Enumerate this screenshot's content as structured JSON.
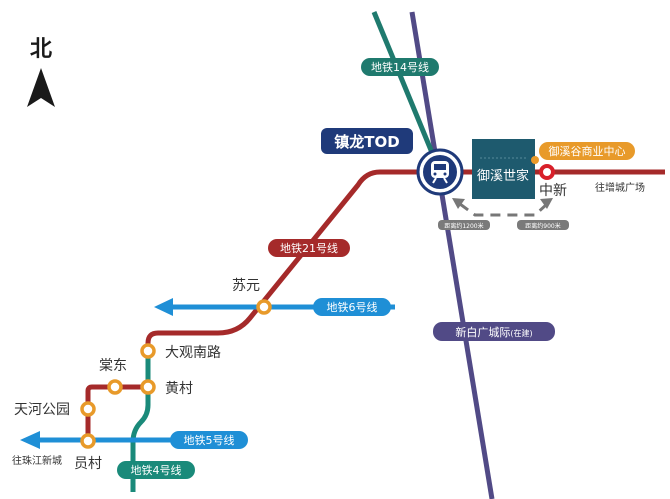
{
  "north": {
    "label": "北"
  },
  "colors": {
    "line21": "#a52a2a",
    "line14": "#1f7a6e",
    "line4": "#1a8a7a",
    "line6": "#1f8fd6",
    "line5": "#1f8fd6",
    "xinbai": "#514a86",
    "station_ring": "#e89a2a",
    "tod_badge": "#1f3a7a",
    "brand": "#1e5a6e"
  },
  "lines": {
    "line14": "地铁14号线",
    "line21": "地铁21号线",
    "line6": "地铁6号线",
    "line5": "地铁5号线",
    "line4": "地铁4号线",
    "xinbai": "新白广城际",
    "xinbai_note": "(在建)"
  },
  "hub": {
    "tod_label": "镇龙TOD",
    "project_name": "御溪世家",
    "commercial": "御溪谷商业中心",
    "zhongxin": "中新",
    "to_zengcheng": "往增城广场",
    "dist_left": "距离约1200米",
    "dist_right": "距离约900米"
  },
  "stations": {
    "suyuan": "苏元",
    "daguan": "大观南路",
    "tangdong": "棠东",
    "huangcun": "黄村",
    "tianhe": "天河公园",
    "yuancun": "员村",
    "to_zhujiang": "往珠江新城"
  }
}
